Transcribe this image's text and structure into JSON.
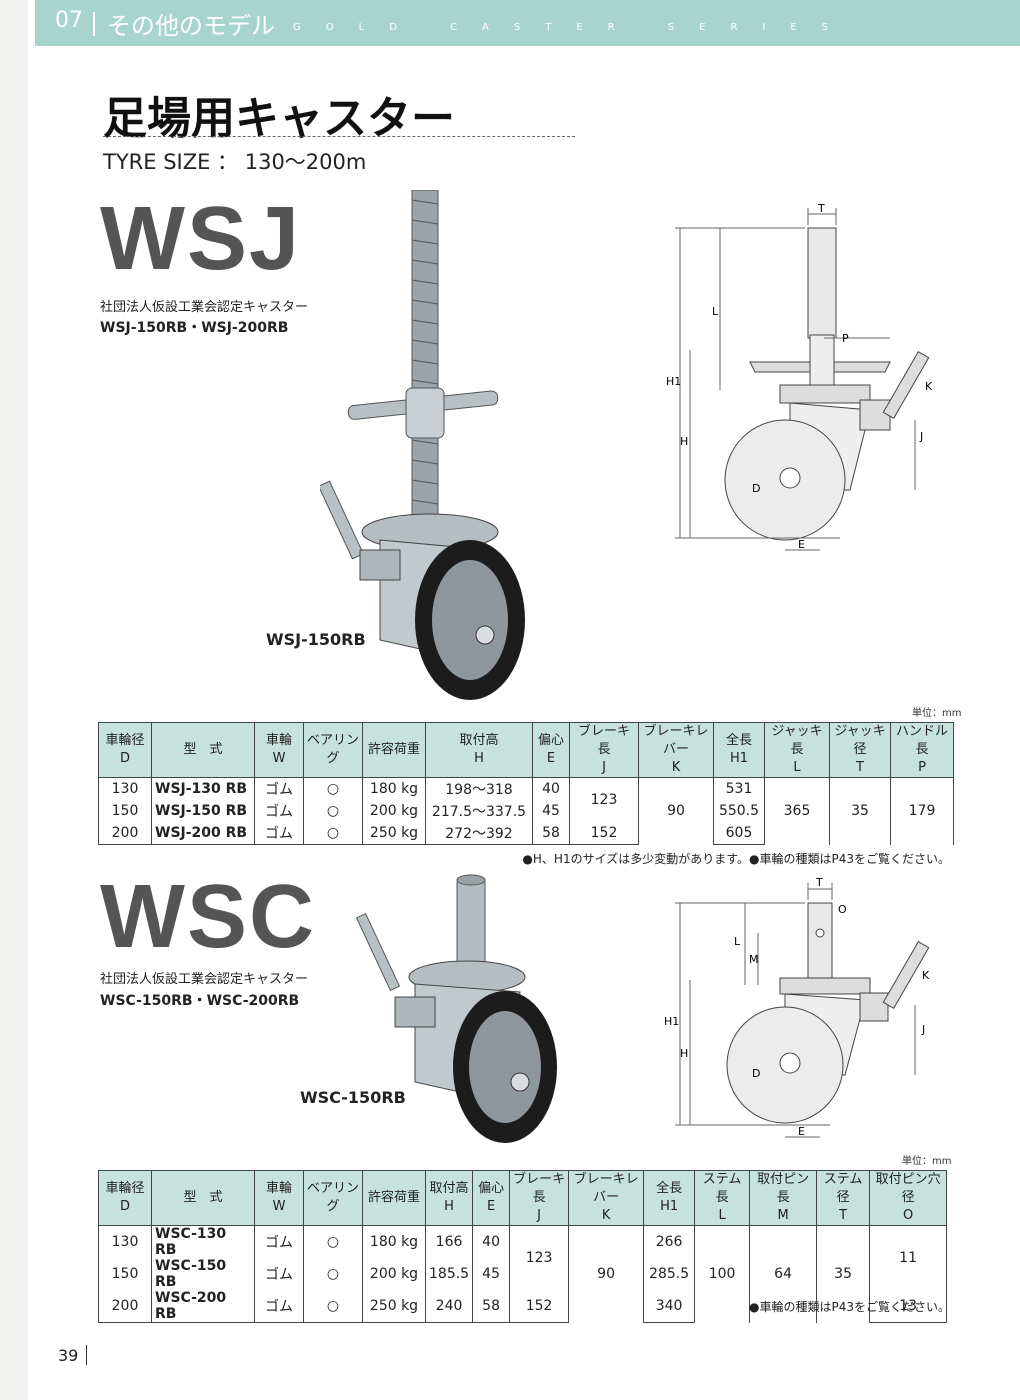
{
  "header": {
    "number": "07",
    "title": "その他のモデル",
    "series": "GOLD CASTER SERIES"
  },
  "page_title": "足場用キャスター",
  "tyre_size": "TYRE SIZE ： 130〜200m",
  "wsj": {
    "name": "WSJ",
    "cert": "社団法人仮設工業会認定キャスター",
    "models": "WSJ-150RB・WSJ-200RB",
    "photo_label": "WSJ-150RB",
    "unit": "単位：mm",
    "headers": [
      [
        "車輪径",
        "D"
      ],
      [
        "型　式",
        ""
      ],
      [
        "車輪",
        "W"
      ],
      [
        "ベアリング",
        ""
      ],
      [
        "許容荷重",
        ""
      ],
      [
        "取付高",
        "H"
      ],
      [
        "偏心",
        "E"
      ],
      [
        "ブレーキ長",
        "J"
      ],
      [
        "ブレーキレバー",
        "K"
      ],
      [
        "全長",
        "H1"
      ],
      [
        "ジャッキ長",
        "L"
      ],
      [
        "ジャッキ径",
        "T"
      ],
      [
        "ハンドル長",
        "P"
      ]
    ],
    "rows": [
      {
        "d": "130",
        "model": "WSJ-130 RB",
        "w": "ゴム",
        "bearing": "○",
        "load": "180 kg",
        "h": "198〜318",
        "e": "40",
        "h1": "531"
      },
      {
        "d": "150",
        "model": "WSJ-150 RB",
        "w": "ゴム",
        "bearing": "○",
        "load": "200 kg",
        "h": "217.5〜337.5",
        "e": "45",
        "h1": "550.5"
      },
      {
        "d": "200",
        "model": "WSJ-200 RB",
        "w": "ゴム",
        "bearing": "○",
        "load": "250 kg",
        "h": "272〜392",
        "e": "58",
        "h1": "605"
      }
    ],
    "j_shared": "123",
    "j_last": "152",
    "k": "90",
    "l": "365",
    "t": "35",
    "p": "179",
    "note": "●H、H1のサイズは多少変動があります。●車輪の種類はP43をご覧ください。"
  },
  "wsc": {
    "name": "WSC",
    "cert": "社団法人仮設工業会認定キャスター",
    "models": "WSC-150RB・WSC-200RB",
    "photo_label": "WSC-150RB",
    "unit": "単位：mm",
    "headers": [
      [
        "車輪径",
        "D"
      ],
      [
        "型　式",
        ""
      ],
      [
        "車輪",
        "W"
      ],
      [
        "ベアリング",
        ""
      ],
      [
        "許容荷重",
        ""
      ],
      [
        "取付高",
        "H"
      ],
      [
        "偏心",
        "E"
      ],
      [
        "ブレーキ長",
        "J"
      ],
      [
        "ブレーキレバー",
        "K"
      ],
      [
        "全長",
        "H1"
      ],
      [
        "ステム長",
        "L"
      ],
      [
        "取付ピン長",
        "M"
      ],
      [
        "ステム径",
        "T"
      ],
      [
        "取付ピン穴径",
        "O"
      ]
    ],
    "rows": [
      {
        "d": "130",
        "model": "WSC-130 RB",
        "w": "ゴム",
        "bearing": "○",
        "load": "180 kg",
        "h": "166",
        "e": "40",
        "h1": "266"
      },
      {
        "d": "150",
        "model": "WSC-150 RB",
        "w": "ゴム",
        "bearing": "○",
        "load": "200 kg",
        "h": "185.5",
        "e": "45",
        "h1": "285.5"
      },
      {
        "d": "200",
        "model": "WSC-200 RB",
        "w": "ゴム",
        "bearing": "○",
        "load": "250 kg",
        "h": "240",
        "e": "58",
        "h1": "340"
      }
    ],
    "j_shared": "123",
    "j_last": "152",
    "k": "90",
    "l": "100",
    "m": "64",
    "t": "35",
    "o_shared": "11",
    "o_last": "13",
    "note": "●車輪の種類はP43をご覧ください。"
  },
  "diagram_labels": {
    "t": "T",
    "p": "P",
    "l": "L",
    "h1": "H1",
    "h": "H",
    "k": "K",
    "j": "J",
    "d": "D",
    "e": "E",
    "m": "M",
    "o": "O"
  },
  "page_number": "39"
}
